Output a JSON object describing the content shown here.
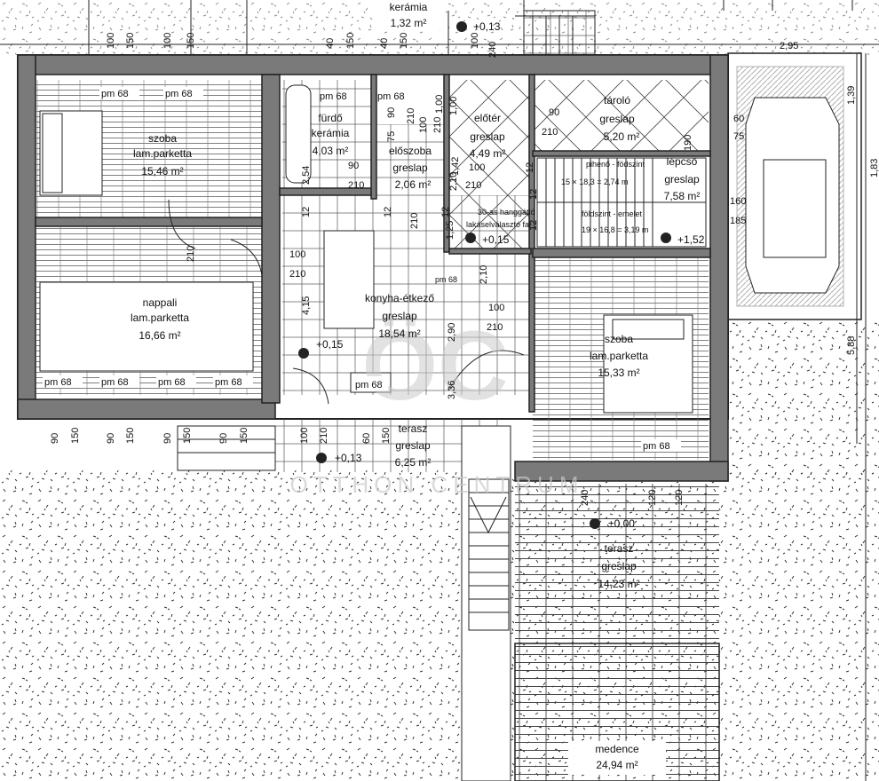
{
  "watermark": {
    "logo_text": "ÖC",
    "text": "OTTHON CENTRUM"
  },
  "rooms": [
    {
      "id": "szoba1",
      "name": "szoba",
      "floor": "lam.parketta",
      "area": "15,46 m²"
    },
    {
      "id": "nappali",
      "name": "nappali",
      "floor": "lam.parketta",
      "area": "16,66 m²"
    },
    {
      "id": "furdo",
      "name": "fürdő",
      "floor": "kerámia",
      "area": "4,03 m²"
    },
    {
      "id": "eloszoba",
      "name": "előszoba",
      "floor": "greslap",
      "area": "2,06 m²"
    },
    {
      "id": "eloter",
      "name": "előtér",
      "floor": "greslap",
      "area": "4,49 m²"
    },
    {
      "id": "tarolo",
      "name": "tároló",
      "floor": "greslap",
      "area": "5,20 m²"
    },
    {
      "id": "lepcso",
      "name": "lépcső",
      "floor": "greslap",
      "area": "7,58 m²"
    },
    {
      "id": "konyha",
      "name": "konyha-étkező",
      "floor": "greslap",
      "area": "18,54 m²"
    },
    {
      "id": "szoba2",
      "name": "szoba",
      "floor": "lam.parketta",
      "area": "15,33 m²"
    },
    {
      "id": "terasz1",
      "name": "terasz",
      "floor": "greslap",
      "area": "6,25 m²"
    },
    {
      "id": "terasz2",
      "name": "terasz",
      "floor": "greslap",
      "area": "14,23 m²"
    },
    {
      "id": "medence",
      "name": "medence",
      "floor": "",
      "area": "24,94 m²"
    },
    {
      "id": "keramia_top",
      "name": "kerámia",
      "floor": "",
      "area": "1,32 m²"
    }
  ],
  "levels": [
    "+0,13",
    "+0,13",
    "+0,15",
    "+0,15",
    "+1,52",
    "±0,00"
  ],
  "stair_notes": [
    "pihenő - födszint",
    "15 × 18,3 = 2,74 m",
    "30-as hanggátló",
    "lakáselválasztó fal",
    "földszint - emelet",
    "19 × 16,8 = 3,19 m"
  ],
  "dimensions": {
    "top": [
      "100",
      "150",
      "100",
      "150",
      "40",
      "150",
      "40",
      "150",
      "100",
      "240"
    ],
    "sills": [
      "pm 68",
      "pm 68",
      "pm 68",
      "pm 68",
      "pm 68",
      "pm 68",
      "pm 68",
      "pm 68",
      "pm 68",
      "pm 68",
      "pm 68"
    ],
    "nappali_bottom": [
      "90",
      "150",
      "90",
      "150",
      "90",
      "150",
      "90",
      "150"
    ],
    "terasz_bottom": [
      "100",
      "210",
      "60",
      "150"
    ],
    "inner": [
      "210",
      "100",
      "210",
      "4,15",
      "2,54",
      "90",
      "210",
      "210",
      "90",
      "210",
      "100",
      "210",
      "1,42",
      "100",
      "210",
      "1,00",
      "2,10",
      "2,90",
      "100",
      "210",
      "1,25",
      "3,36",
      "90",
      "210",
      "75",
      "190",
      "2,10"
    ],
    "right_side": [
      "2,95",
      "1,39",
      "60",
      "75",
      "160",
      "185",
      "1,83",
      "5,88"
    ],
    "szoba2_bottom": [
      "240",
      "120",
      "120"
    ],
    "misc": [
      "1,00",
      "12",
      "12",
      "12",
      "12",
      "12",
      "12"
    ]
  }
}
